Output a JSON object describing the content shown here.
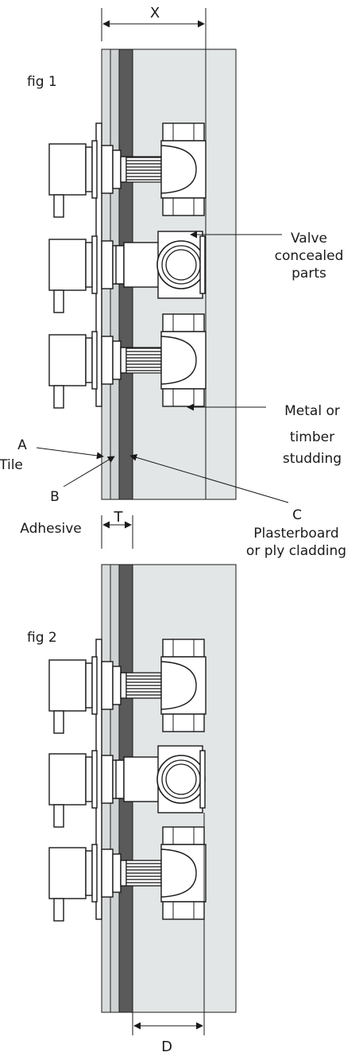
{
  "fig1": {
    "title": "fig 1",
    "dimension_x": "X",
    "dimension_t": "T",
    "labels": {
      "a": "A",
      "a_name": "Tile",
      "b": "B",
      "b_name": "Adhesive",
      "c": "C",
      "c_name_line1": "Plasterboard",
      "c_name_line2": "or ply cladding",
      "valve_line1": "Valve",
      "valve_line2": "concealed",
      "valve_line3": "parts",
      "stud_line1": "Metal or",
      "stud_line2": "timber",
      "stud_line3": "studding"
    }
  },
  "fig2": {
    "title": "fig 2",
    "dimension_d": "D"
  },
  "colors": {
    "tile": "#d9dcdc",
    "adhesive": "#cfd2d2",
    "plasterboard": "#5a5a5a",
    "studding": "#e3e6e6",
    "line": "#1a1a1a",
    "fitting": "#ffffff"
  }
}
